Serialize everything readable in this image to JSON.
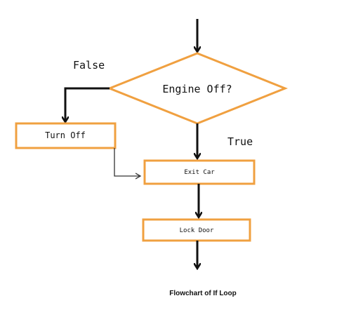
{
  "diagram": {
    "decision": {
      "label": "Engine Off?"
    },
    "branches": {
      "false_label": "False",
      "true_label": "True"
    },
    "nodes": {
      "turn_off": "Turn Off",
      "exit_car": "Exit Car",
      "lock_door": "Lock Door"
    },
    "caption": "Flowchart of If Loop"
  },
  "colors": {
    "box_stroke": "#f0a040",
    "line": "#111111",
    "text": "#111111"
  }
}
